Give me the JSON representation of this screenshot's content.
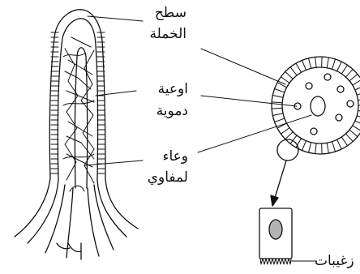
{
  "labels": {
    "surface_line1": "سطح",
    "surface_line2": "الخملة",
    "vessels_line1": "اوعية",
    "vessels_line2": "دموية",
    "lacteal_line1": "وعاء",
    "lacteal_line2": "لمفاوي",
    "microvilli": "زغيبات"
  },
  "colors": {
    "stroke": "#111111",
    "nucleus_fill": "#b3b3b3",
    "background": "#ffffff"
  }
}
